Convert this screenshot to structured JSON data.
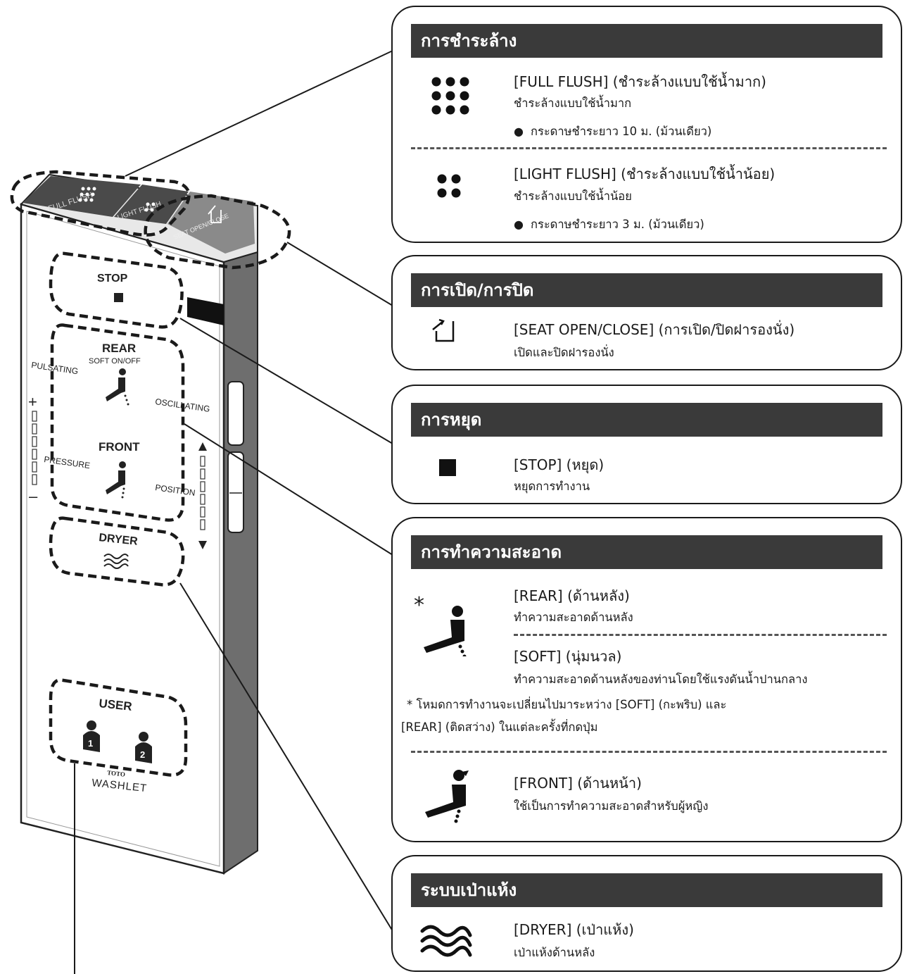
{
  "remote": {
    "full_flush": "FULL FLUSH",
    "light_flush": "LIGHT FLUSH",
    "seat": "SEAT OPEN/CLOSE",
    "stop": "STOP",
    "rear": "REAR",
    "soft": "SOFT ON/OFF",
    "pulsating": "PULSATING",
    "oscillating": "OSCILLATING",
    "front": "FRONT",
    "pressure": "PRESSURE",
    "position": "POSITION",
    "plus": "+",
    "minus": "–",
    "dryer": "DRYER",
    "user": "USER",
    "user1": "1",
    "user2": "2",
    "brand_top": "TOTO",
    "brand": "WASHLET"
  },
  "flush": {
    "header": "การชำระล้าง",
    "full_title": "[FULL FLUSH] (ชำระล้างแบบใช้น้ำมาก)",
    "full_desc": "ชำระล้างแบบใช้น้ำมาก",
    "full_note": "กระดาษชำระยาว 10 ม. (ม้วนเดียว)",
    "light_title": "[LIGHT FLUSH] (ชำระล้างแบบใช้น้ำน้อย)",
    "light_desc": "ชำระล้างแบบใช้น้ำน้อย",
    "light_note": "กระดาษชำระยาว 3 ม. (ม้วนเดียว)"
  },
  "seat": {
    "header": "การเปิด/การปิด",
    "title": "[SEAT OPEN/CLOSE] (การเปิด/ปิดฝารองนั่ง)",
    "desc": "เปิดและปิดฝารองนั่ง"
  },
  "stop": {
    "header": "การหยุด",
    "title": "[STOP] (หยุด)",
    "desc": "หยุดการทำงาน"
  },
  "clean": {
    "header": "การทำความสะอาด",
    "rear_title": "[REAR] (ด้านหลัง)",
    "rear_desc": "ทำความสะอาดด้านหลัง",
    "soft_title": "[SOFT] (นุ่มนวล)",
    "soft_desc": "ทำความสะอาดด้านหลังของท่านโดยใช้แรงดันน้ำปานกลาง",
    "asterisk": "*",
    "note1": "* โหมดการทำงานจะเปลี่ยนไปมาระหว่าง [SOFT] (กะพริบ) และ",
    "note2": "[REAR] (ติดสว่าง) ในแต่ละครั้งที่กดปุ่ม",
    "front_title": "[FRONT] (ด้านหน้า)",
    "front_desc": "ใช้เป็นการทำความสะอาดสำหรับผู้หญิง"
  },
  "dryer": {
    "header": "ระบบเป่าแห้ง",
    "title": "[DRYER] (เป่าแห้ง)",
    "desc": "เป่าแห้งด้านหลัง"
  },
  "colors": {
    "header_bg": "#3a3a3a",
    "outline": "#1a1a1a",
    "panel_gray": "#6e6e6e"
  }
}
